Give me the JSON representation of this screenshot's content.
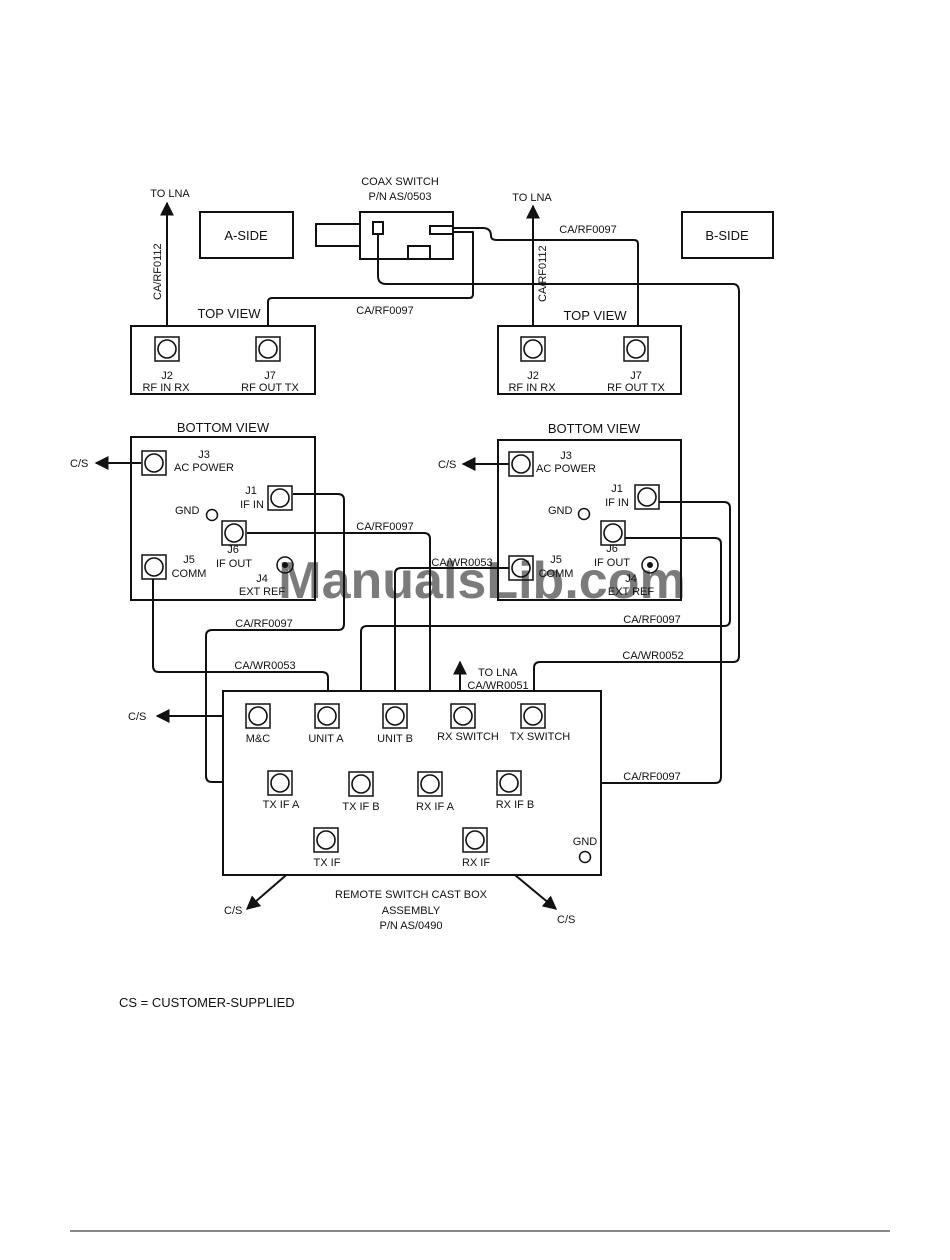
{
  "side_labels": {
    "a": "A-SIDE",
    "b": "B-SIDE"
  },
  "coax_switch": {
    "title": "COAX SWITCH",
    "part": "P/N AS/0503"
  },
  "to_lna": "TO LNA",
  "cables": {
    "rf0112": "CA/RF0112",
    "rf0097": "CA/RF0097",
    "wr0053": "CA/WR0053",
    "wr0052": "CA/WR0052",
    "wr0051": "CA/WR0051"
  },
  "views": {
    "top": "TOP VIEW",
    "bottom": "BOTTOM VIEW"
  },
  "top_ports": {
    "j2_id": "J2",
    "j2_name": "RF IN RX",
    "j7_id": "J7",
    "j7_name": "RF OUT TX"
  },
  "bottom_ports": {
    "j3_id": "J3",
    "j3_name": "AC POWER",
    "j1_id": "J1",
    "j1_name": "IF IN",
    "j6_id": "J6",
    "j6_name": "IF OUT",
    "j5_id": "J5",
    "j5_name": "COMM",
    "j4_id": "J4",
    "j4_name": "EXT REF",
    "gnd": "GND"
  },
  "cs": "C/S",
  "switch_box": {
    "ports_row1": [
      "M&C",
      "UNIT A",
      "UNIT B",
      "RX SWITCH",
      "TX SWITCH"
    ],
    "ports_row2": [
      "TX IF A",
      "TX IF B",
      "RX IF A",
      "RX IF B"
    ],
    "ports_row3": [
      "TX IF",
      "RX IF"
    ],
    "gnd": "GND",
    "caption_1": "REMOTE SWITCH CAST BOX",
    "caption_2": "ASSEMBLY",
    "caption_3": "P/N AS/0490"
  },
  "legend": "CS = CUSTOMER-SUPPLIED",
  "watermark": "ManualsLib.com"
}
